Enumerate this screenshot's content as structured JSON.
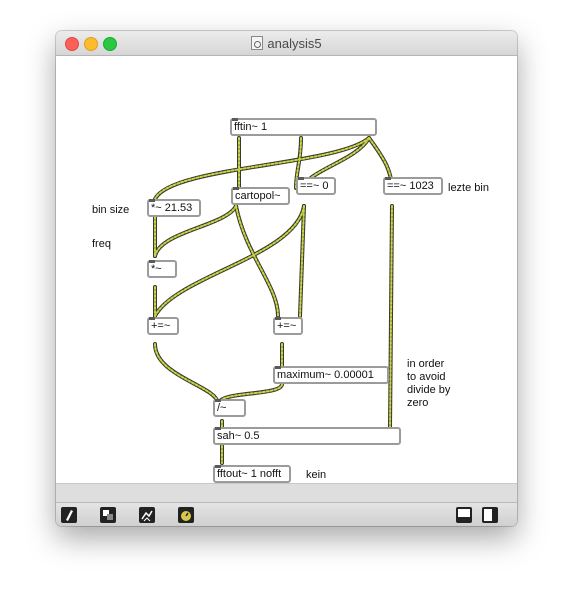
{
  "window": {
    "title": "analysis5"
  },
  "objects": {
    "fftin": "fftin~ 1",
    "cartopol": "cartopol~",
    "eq0": "==~ 0",
    "eq1023": "==~ 1023",
    "mulbin": "*~ 21.53",
    "mul": "*~",
    "plus1": "+=~",
    "plus2": "+=~",
    "maximum": "maximum~ 0.00001",
    "div": "/~",
    "sah": "sah~ 0.5",
    "fftout": "fftout~ 1 nofft"
  },
  "comments": {
    "bin_size": "bin size",
    "freq": "freq",
    "lezte_bin": "lezte bin",
    "in_order": "in order\nto avoid\ndivide by\nzero",
    "kein": "kein\niFFT"
  },
  "toolbar": {
    "left": [
      "edit-pencil-icon",
      "presentation-icon",
      "debug-icon",
      "audio-dsp-icon"
    ],
    "right": [
      "left-sidebar-icon",
      "right-sidebar-icon"
    ]
  },
  "colors": {
    "patch_cord": "#c8d44a",
    "patch_cord_dark": "#3a3a2a"
  }
}
